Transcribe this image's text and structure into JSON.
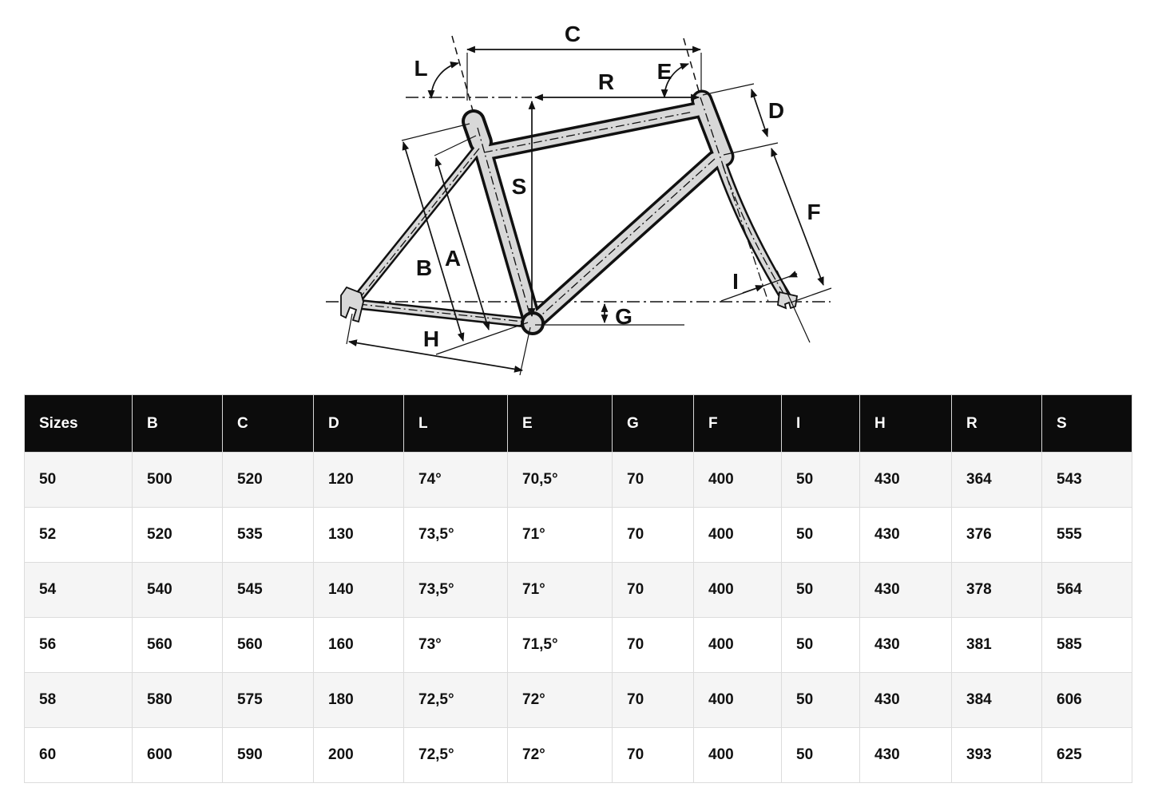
{
  "diagram": {
    "labels": {
      "A": "A",
      "B": "B",
      "C": "C",
      "D": "D",
      "E": "E",
      "F": "F",
      "G": "G",
      "H": "H",
      "I": "I",
      "L": "L",
      "R": "R",
      "S": "S"
    },
    "frame_fill": "#d8d8d8",
    "line_color": "#111111"
  },
  "table": {
    "header_bg": "#0c0c0c",
    "header_text_color": "#ffffff",
    "row_alt_bg": "#f5f5f5",
    "headers": [
      "Sizes",
      "B",
      "C",
      "D",
      "L",
      "E",
      "G",
      "F",
      "I",
      "H",
      "R",
      "S"
    ],
    "rows": [
      {
        "cells": [
          "50",
          "500",
          "520",
          "120",
          "74°",
          "70,5°",
          "70",
          "400",
          "50",
          "430",
          "364",
          "543"
        ]
      },
      {
        "cells": [
          "52",
          "520",
          "535",
          "130",
          "73,5°",
          "71°",
          "70",
          "400",
          "50",
          "430",
          "376",
          "555"
        ]
      },
      {
        "cells": [
          "54",
          "540",
          "545",
          "140",
          "73,5°",
          "71°",
          "70",
          "400",
          "50",
          "430",
          "378",
          "564"
        ]
      },
      {
        "cells": [
          "56",
          "560",
          "560",
          "160",
          "73°",
          "71,5°",
          "70",
          "400",
          "50",
          "430",
          "381",
          "585"
        ]
      },
      {
        "cells": [
          "58",
          "580",
          "575",
          "180",
          "72,5°",
          "72°",
          "70",
          "400",
          "50",
          "430",
          "384",
          "606"
        ]
      },
      {
        "cells": [
          "60",
          "600",
          "590",
          "200",
          "72,5°",
          "72°",
          "70",
          "400",
          "50",
          "430",
          "393",
          "625"
        ]
      }
    ]
  }
}
